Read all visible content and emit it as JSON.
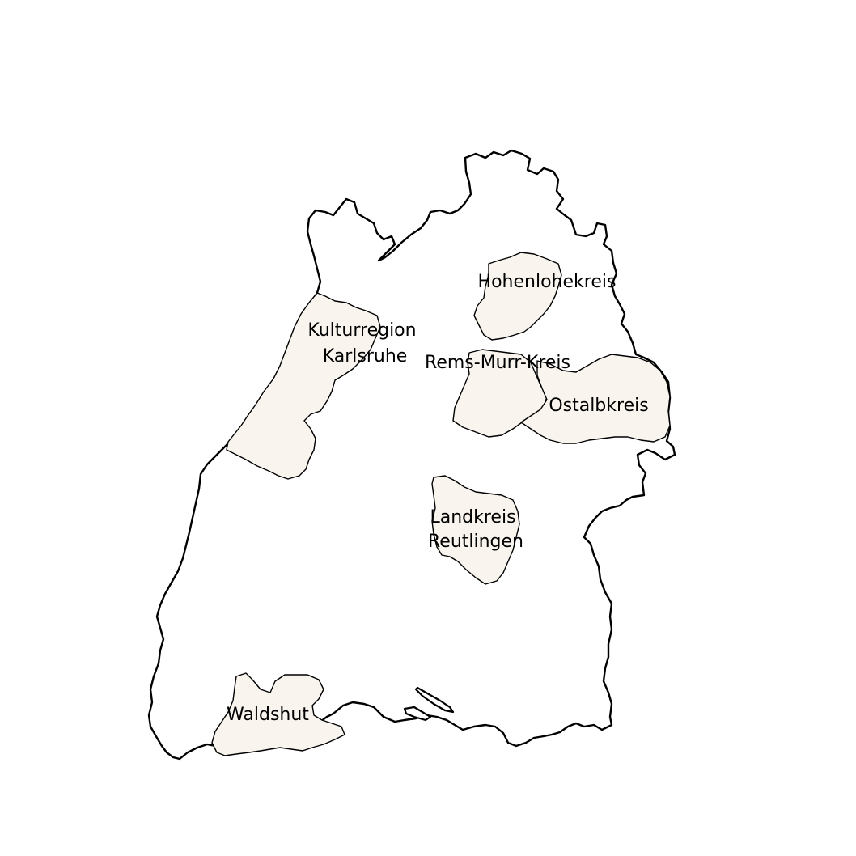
{
  "map": {
    "state_fill": "#ffffff",
    "region_fill": "#f9f5ee",
    "outline_color": "#000000",
    "regions": [
      {
        "id": "kulturregion-karlsruhe",
        "label_lines": [
          "Kulturregion",
          "Karlsruhe"
        ]
      },
      {
        "id": "hohenlohekreis",
        "label_lines": [
          "Hohenlohekreis"
        ]
      },
      {
        "id": "rems-murr-kreis",
        "label_lines": [
          "Rems-Murr-Kreis"
        ]
      },
      {
        "id": "ostalbkreis",
        "label_lines": [
          "Ostalbkreis"
        ]
      },
      {
        "id": "landkreis-reutlingen",
        "label_lines": [
          "Landkreis",
          "Reutlingen"
        ]
      },
      {
        "id": "waldshut",
        "label_lines": [
          "Waldshut"
        ]
      }
    ]
  }
}
